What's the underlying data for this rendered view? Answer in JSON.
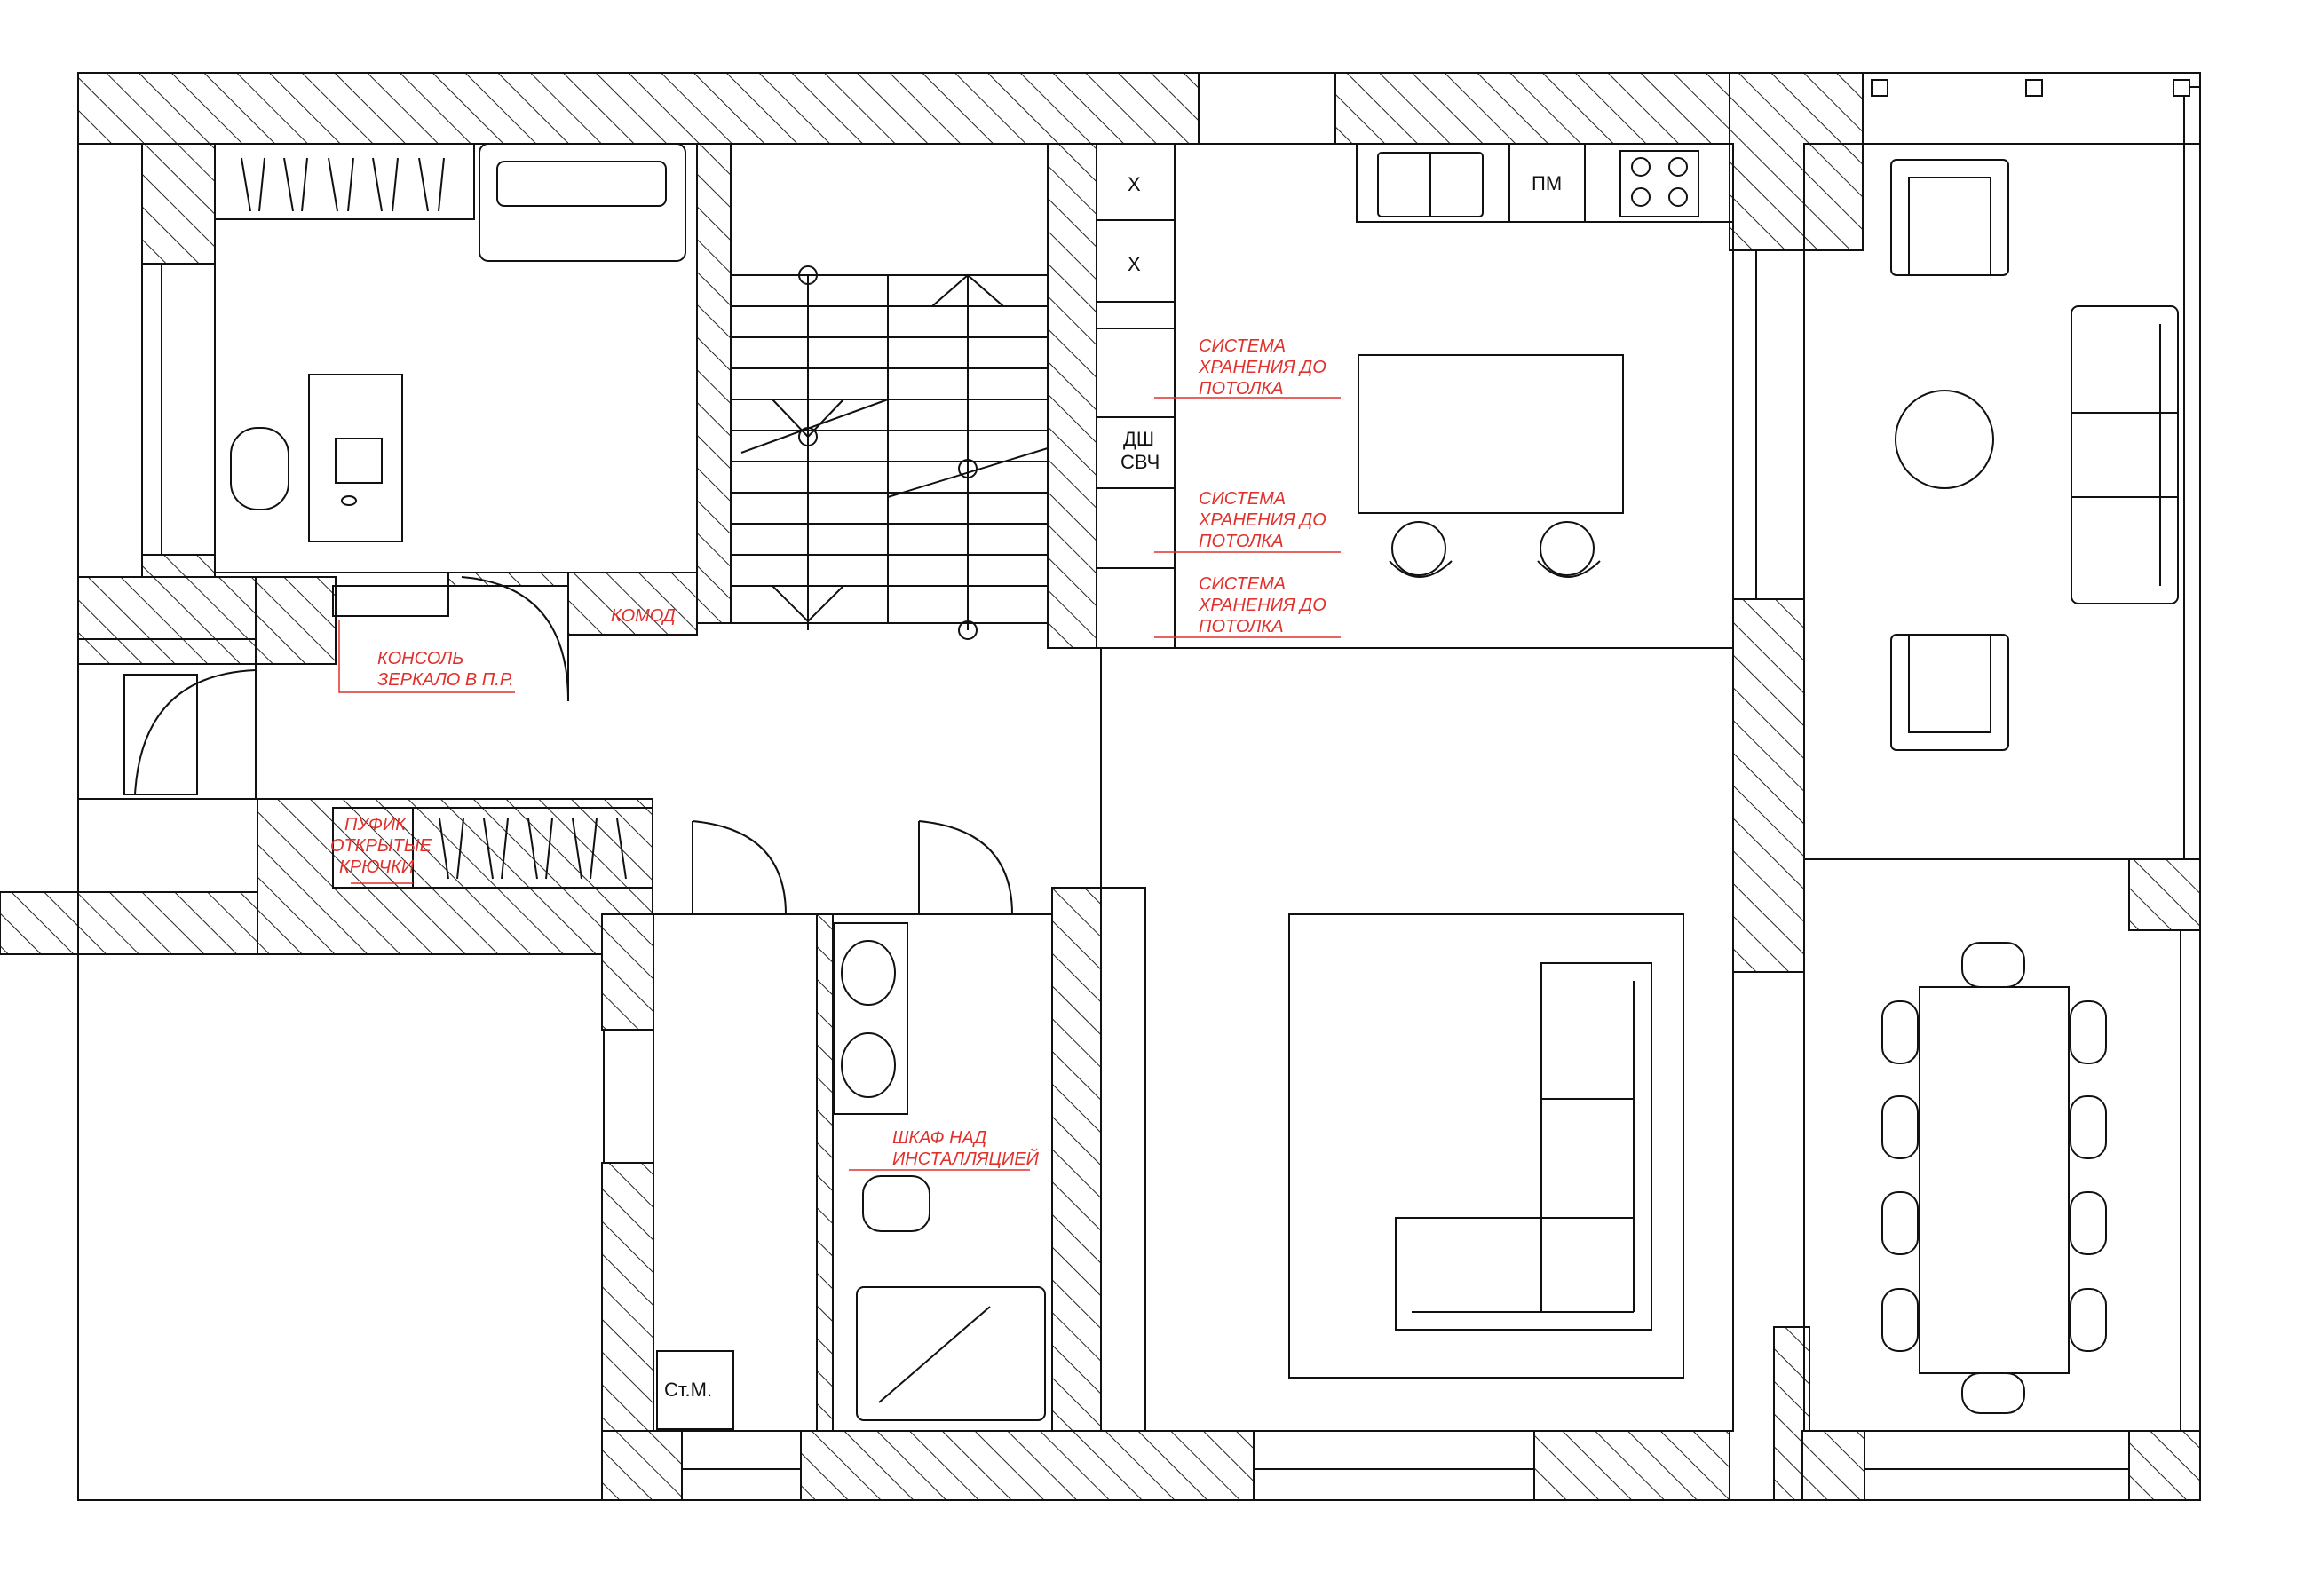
{
  "colors": {
    "line": "#111111",
    "hatch": "#222222",
    "annotation": "#e0312c",
    "background": "#ffffff"
  },
  "annotations": {
    "storage_1": [
      "СИСТЕМА",
      "ХРАНЕНИЯ ДО",
      "ПОТОЛКА"
    ],
    "storage_2": [
      "СИСТЕМА",
      "ХРАНЕНИЯ ДО",
      "ПОТОЛКА"
    ],
    "storage_3": [
      "СИСТЕМА",
      "ХРАНЕНИЯ ДО",
      "ПОТОЛКА"
    ],
    "console": [
      "КОНСОЛЬ",
      "ЗЕРКАЛО В П.Р."
    ],
    "dresser": "КОМОД",
    "pouf": [
      "ПУФИК",
      "ОТКРЫТЫЕ",
      "КРЮЧКИ"
    ],
    "install_cabinet": [
      "ШКАФ НАД",
      "ИНСТАЛЛЯЦИЕЙ"
    ]
  },
  "labels": {
    "cabinet_x1": "X",
    "cabinet_x2": "X",
    "dishwasher": "ДШ",
    "microwave": "СВЧ",
    "pm": "ПМ",
    "washer": "Ст.М."
  }
}
